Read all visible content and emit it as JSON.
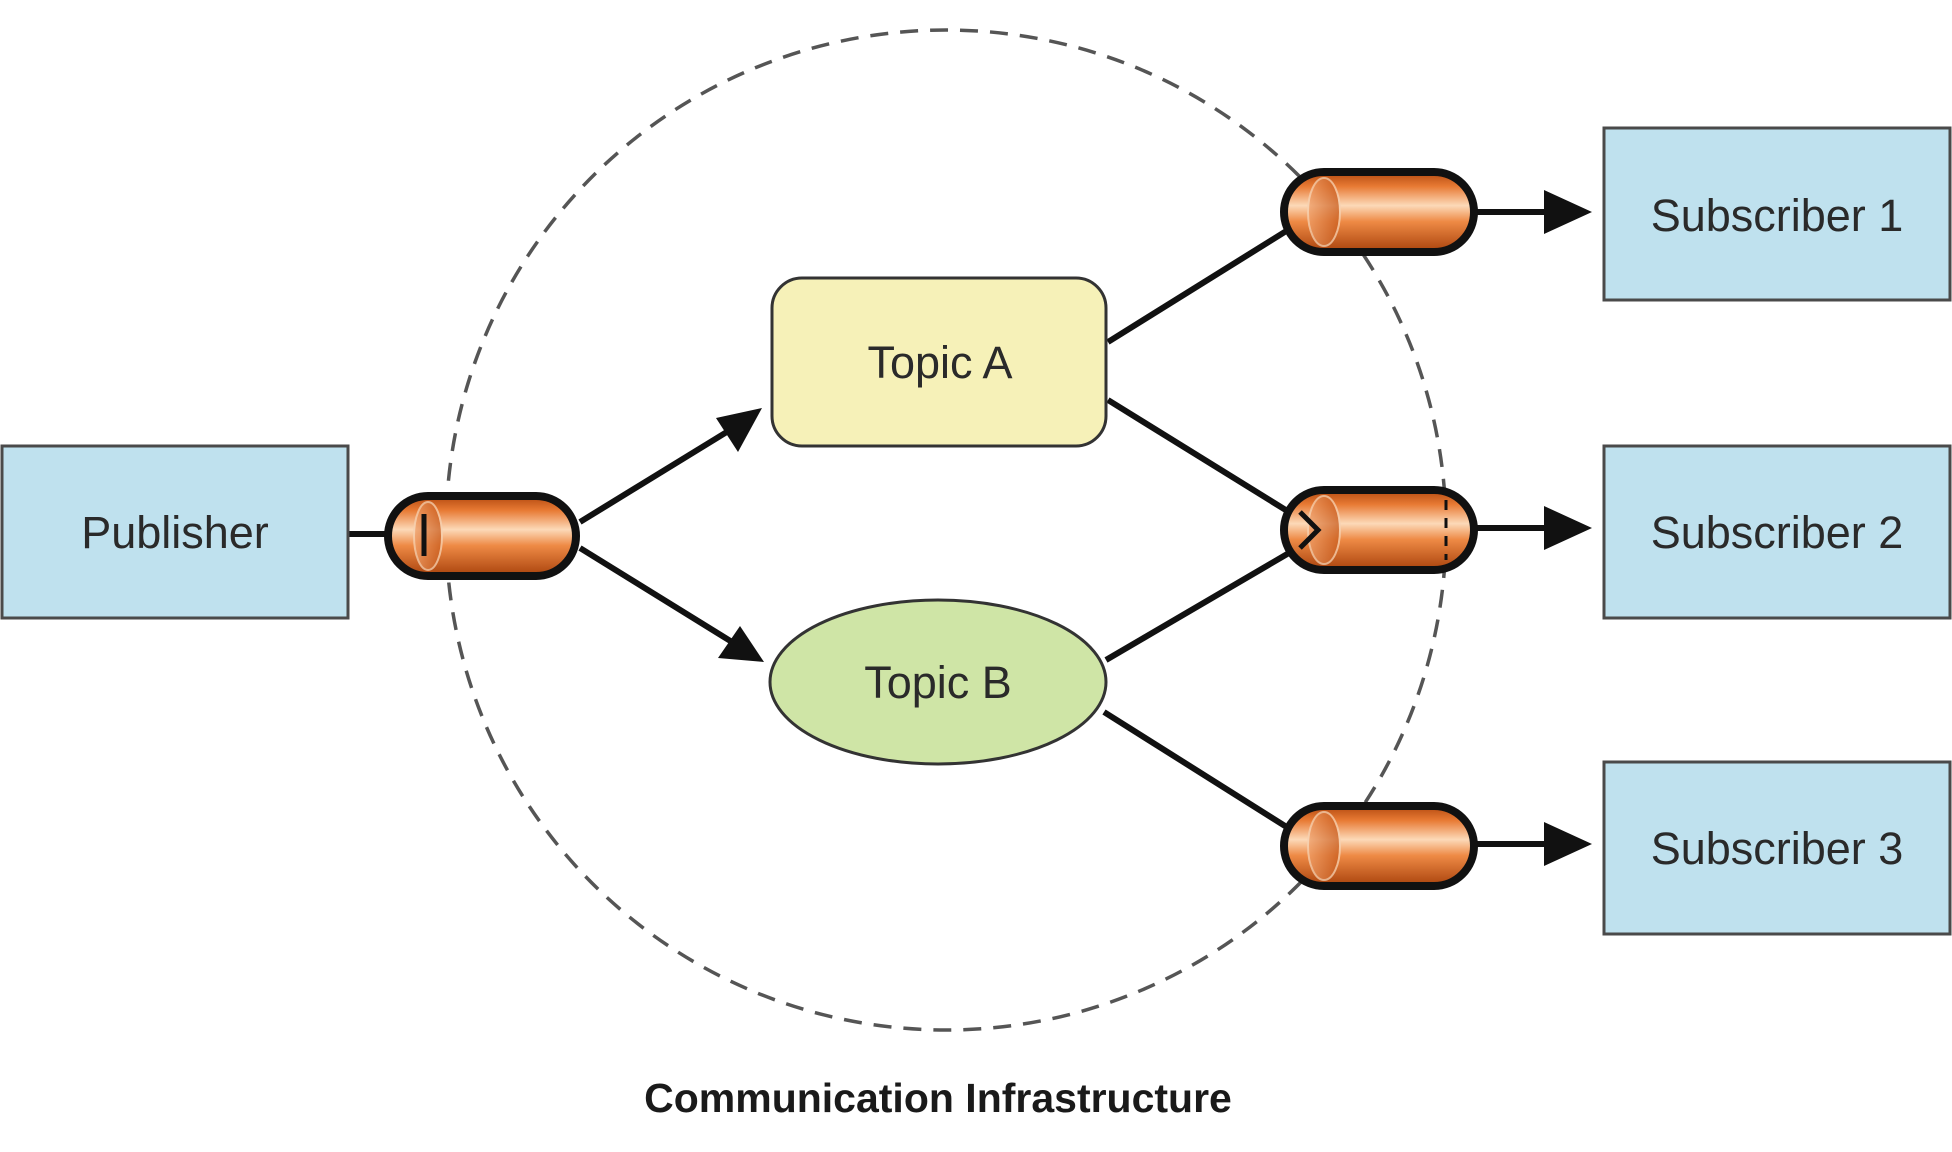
{
  "diagram": {
    "publisher": {
      "label": "Publisher"
    },
    "topic_a": {
      "label": "Topic A"
    },
    "topic_b": {
      "label": "Topic B"
    },
    "subscriber_1": {
      "label": "Subscriber 1"
    },
    "subscriber_2": {
      "label": "Subscriber 2"
    },
    "subscriber_3": {
      "label": "Subscriber 3"
    },
    "caption": "Communication Infrastructure"
  },
  "colors": {
    "endpoint_box": "#bfe1ee",
    "topic_a_fill": "#f6f1b8",
    "topic_b_fill": "#cfe5a6",
    "channel_fill": "#e7762b",
    "boundary_circle": "#555555"
  }
}
